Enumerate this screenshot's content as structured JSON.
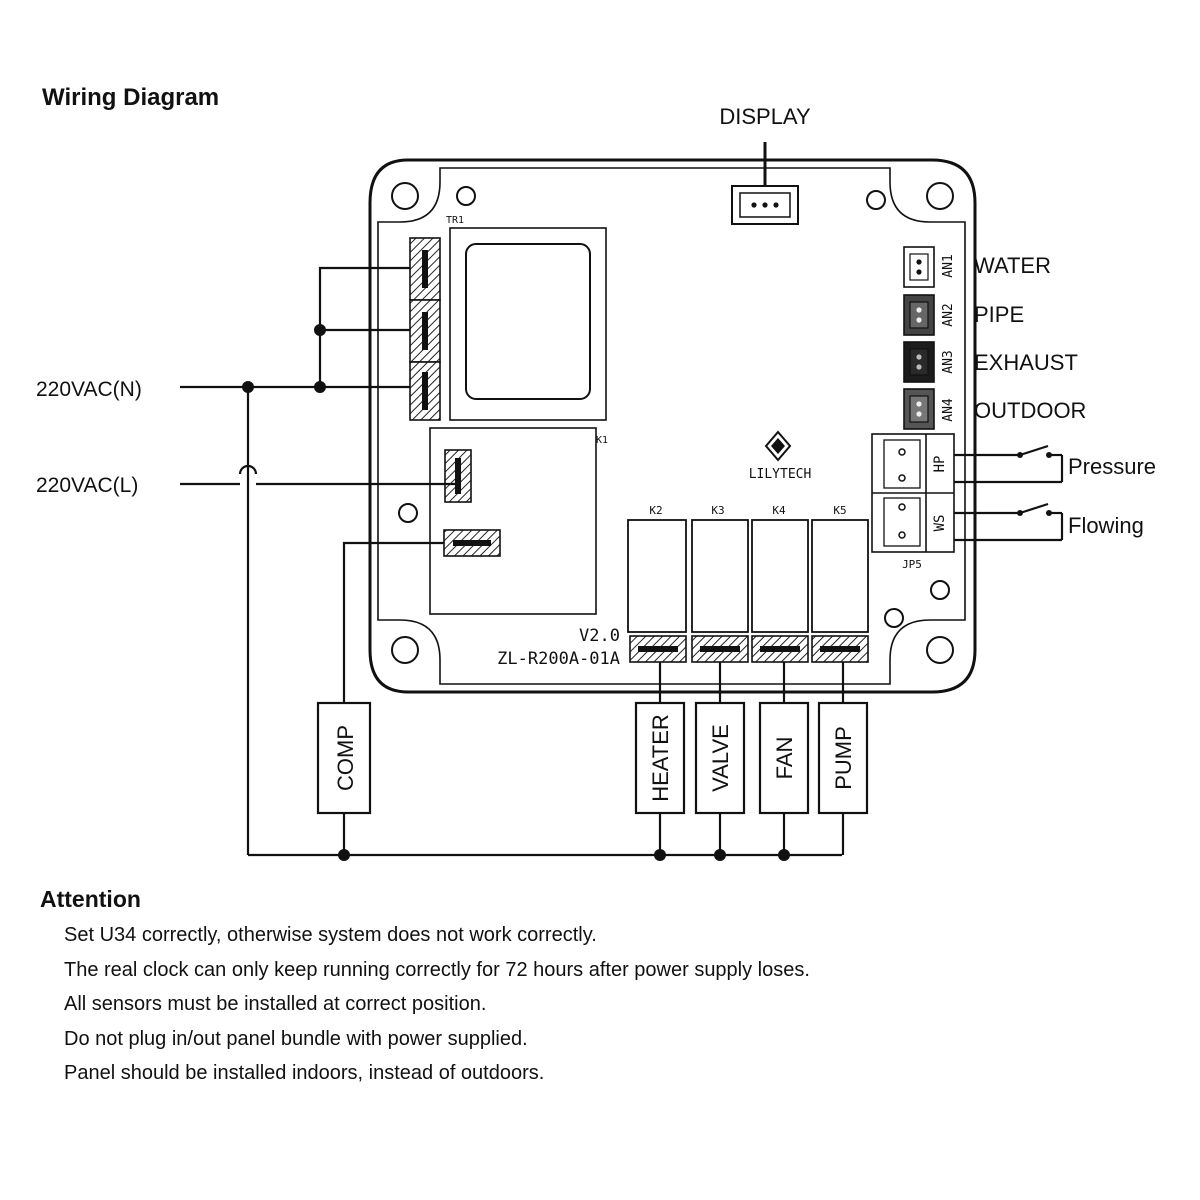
{
  "title": "Wiring Diagram",
  "power": {
    "neutral_label": "220VAC(N)",
    "line_label": "220VAC(L)"
  },
  "board": {
    "brand": "LILYTECH",
    "version": "V2.0",
    "model": "ZL-R200A-01A",
    "transformer_label": "TR1",
    "compressor_relay_label": "K1",
    "jumper_label": "JP5",
    "relay_labels": [
      "K2",
      "K3",
      "K4",
      "K5"
    ]
  },
  "display_label": "DISPLAY",
  "sensors": [
    {
      "port": "AN1",
      "name": "WATER"
    },
    {
      "port": "AN2",
      "name": "PIPE"
    },
    {
      "port": "AN3",
      "name": "EXHAUST"
    },
    {
      "port": "AN4",
      "name": "OUTDOOR"
    }
  ],
  "switches": [
    {
      "port": "HP",
      "name": "Pressure"
    },
    {
      "port": "WS",
      "name": "Flowing"
    }
  ],
  "loads": {
    "compressor": "COMP",
    "outputs": [
      "HEATER",
      "VALVE",
      "FAN",
      "PUMP"
    ]
  },
  "attention": {
    "heading": "Attention",
    "notes": [
      "Set U34 correctly, otherwise system does not work correctly.",
      "The real clock can only keep running correctly for 72 hours after power supply loses.",
      "All sensors must be installed at correct position.",
      "Do not plug in/out panel bundle with power supplied.",
      "Panel should be installed indoors, instead of outdoors."
    ]
  }
}
